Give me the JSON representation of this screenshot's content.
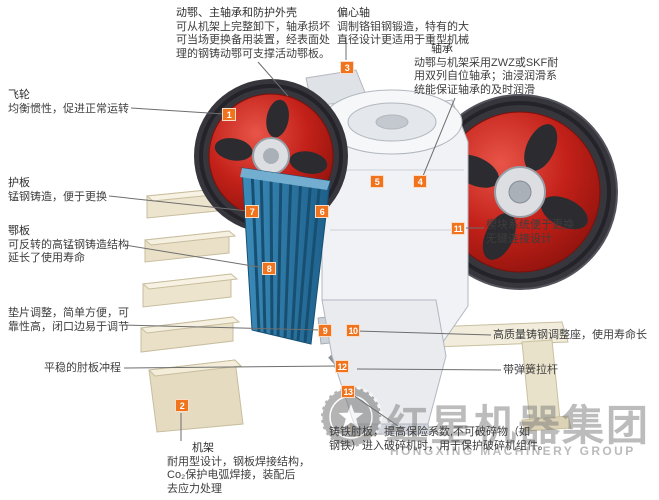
{
  "labels": {
    "moving_jaw_housing": {
      "title": "动鄂、主轴承和防护外壳",
      "body": "可从机架上完整卸下，轴承损坏\n可当场更换备用装置，经表面处\n理的钢铸动鄂可支撑活动鄂板。"
    },
    "eccentric_shaft": {
      "title": "偏心轴",
      "body": "调制铬钼钢锻造，特有的大\n直径设计更适用于重型机械"
    },
    "bearing": {
      "title": "轴承",
      "body": "动鄂与机架采用ZWZ或SKF耐\n用双列自位轴承；油浸润滑系\n统能保证轴承的及时润滑"
    },
    "flywheel": {
      "title": "飞轮",
      "body": "均衡惯性，促进正常运转"
    },
    "guard_plate": {
      "title": "护板",
      "body": "锰钢铸造，便于更换"
    },
    "jaw_plate": {
      "title": "鄂板",
      "body": "可反转的高锰钢铸造结构\n延长了使用寿命"
    },
    "shim_adjustment": {
      "body": "垫片调整，简单方便，可\n靠性高，闭口边易于调节"
    },
    "toggle_stroke": {
      "body": "平稳的肘板冲程"
    },
    "frame": {
      "title": "机架",
      "body": "耐用型设计，钢板焊接结构，\nCo₂保护电弧焊接，装配后\n去应力处理"
    },
    "wedge_system": {
      "body": "楔块系统便于更换\n无键连接设计"
    },
    "adjusting_seat": {
      "body": "高质量铸钢调整座，使用寿命长"
    },
    "spring_rod": {
      "body": "带弹簧拉杆"
    },
    "toggle_plate": {
      "body": "铸铁肘板，提高保险系数,不可破碎物（如\n钢铁）进入破碎机时，用于保护破碎机组件。"
    }
  },
  "markers": [
    "1",
    "2",
    "3",
    "4",
    "5",
    "6",
    "7",
    "8",
    "9",
    "10",
    "11",
    "12",
    "13"
  ],
  "watermark": {
    "brand_cn": "红星机器集团",
    "brand_en": "HONGXING MACHINERY GROUP"
  },
  "colors": {
    "marker_orange": "#f0731d",
    "flywheel_red": "#c32119",
    "jaw_blue": "#2a78a8",
    "frame_cream": "#ece4cd"
  }
}
